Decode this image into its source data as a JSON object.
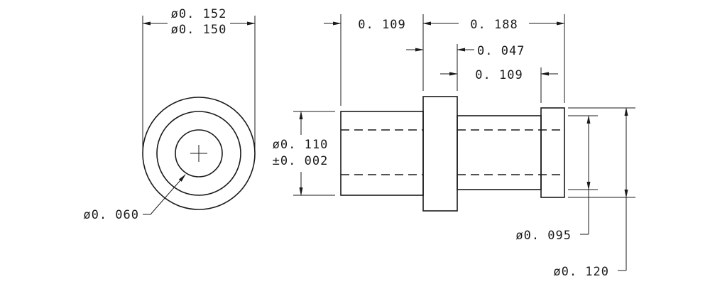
{
  "dimensions": {
    "od_max": "ø0. 152",
    "od_min": "ø0. 150",
    "bore": "ø0. 060",
    "left_length": "0. 109",
    "overall_length": "0. 188",
    "collar_width": "0. 047",
    "middle_length": "0. 109",
    "body_dia": "ø0. 110",
    "body_tol": "±0. 002",
    "inner_dia": "ø0. 095",
    "flange_dia": "ø0. 120"
  }
}
